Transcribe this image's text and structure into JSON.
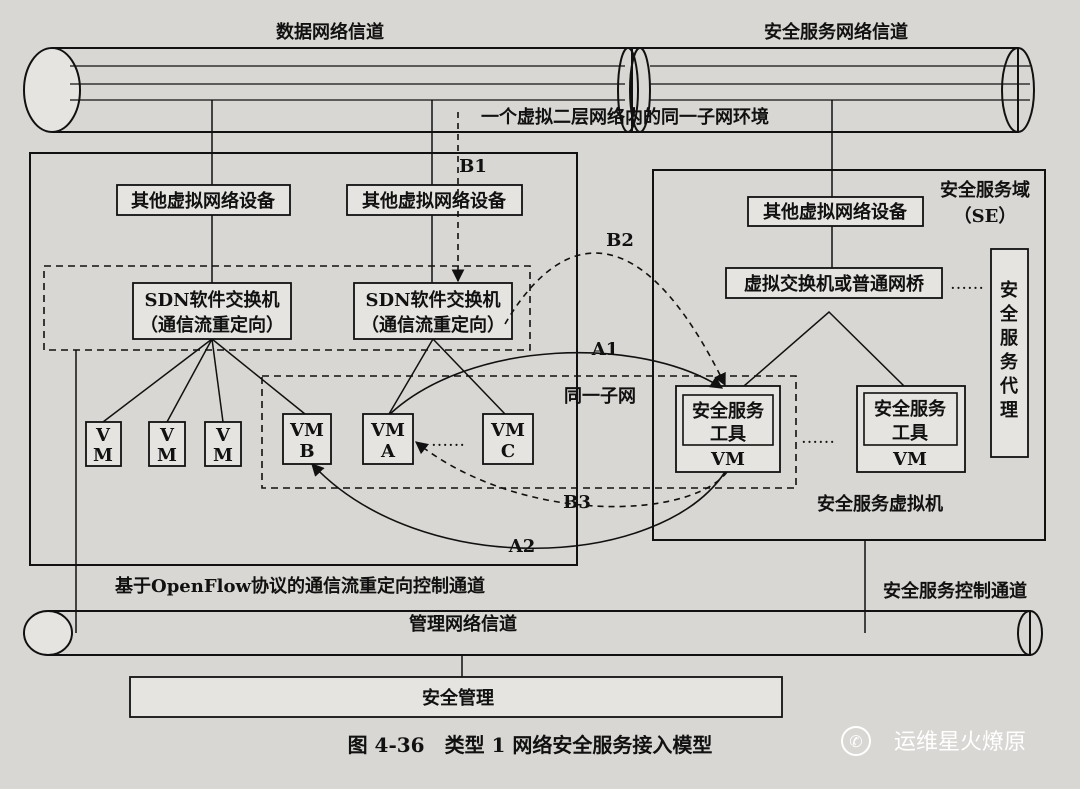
{
  "pipes": {
    "data_channel": "数据网络信道",
    "security_channel": "安全服务网络信道",
    "management_channel": "管理网络信道"
  },
  "same_subnet_env": "一个虚拟二层网络内的同一子网环境",
  "left_domain": {
    "device_1": "其他虚拟网络设备",
    "device_2": "其他虚拟网络设备",
    "sdn_1": [
      "SDN软件交换机",
      "（通信流重定向）"
    ],
    "sdn_2": [
      "SDN软件交换机",
      "（通信流重定向）"
    ],
    "vms": [
      [
        "V",
        "M"
      ],
      [
        "V",
        "M"
      ],
      [
        "V",
        "M"
      ]
    ],
    "vm_b": [
      "VM",
      "B"
    ],
    "vm_a": [
      "VM",
      "A"
    ],
    "vm_c": [
      "VM",
      "C"
    ],
    "same_subnet": "同一子网"
  },
  "se_domain": {
    "title": "安全服务域",
    "abbr": "（SE）",
    "device": "其他虚拟网络设备",
    "switch": "虚拟交换机或普通网桥",
    "proxy": "安全服务代理",
    "tool_1": [
      "安全服务",
      "工具"
    ],
    "tool_2": [
      "安全服务",
      "工具"
    ],
    "vm_label_1": "VM",
    "vm_label_2": "VM",
    "ellipsis": "……",
    "svm_label": "安全服务虚拟机"
  },
  "flows": {
    "b1": "B1",
    "b2": "B2",
    "b3": "B3",
    "a1": "A1",
    "a2": "A2",
    "ellipsis_vm": "……",
    "ellipsis_switch": "……"
  },
  "control_channels": {
    "openflow": "基于OpenFlow协议的通信流重定向控制通道",
    "security_control": "安全服务控制通道"
  },
  "management": "安全管理",
  "caption": "图 4-36　类型 1 网络安全服务接入模型",
  "watermark": "运维星火燎原"
}
